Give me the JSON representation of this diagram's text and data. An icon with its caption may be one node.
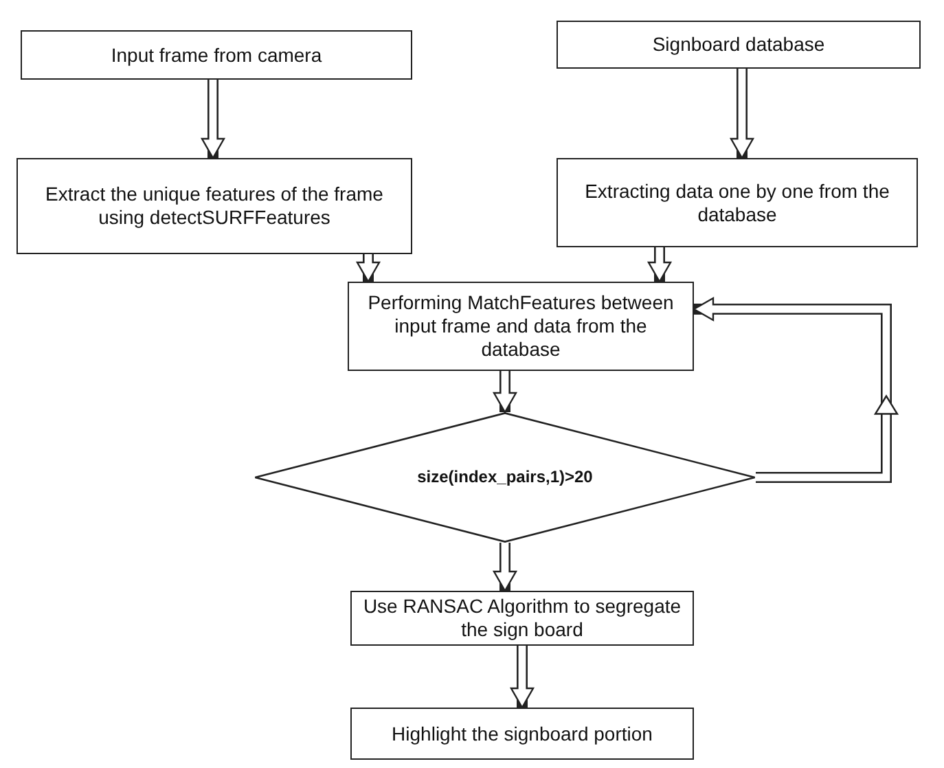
{
  "diagram": {
    "nodes": [
      {
        "text": [
          "Input frame from camera"
        ]
      },
      {
        "text": [
          "Signboard database"
        ]
      },
      {
        "text": [
          "Extract the unique features of the frame using detectSURFFeatures"
        ]
      },
      {
        "text": [
          "Extracting data one by one from the database"
        ]
      },
      {
        "text": [
          "Performing MatchFeatures between input frame and data from the database"
        ]
      },
      {
        "text": [
          "size(index_pairs,1)>20"
        ]
      },
      {
        "text": [
          "Use RANSAC Algorithm to segregate the sign board"
        ]
      },
      {
        "text": [
          "Highlight the signboard portion"
        ]
      }
    ],
    "edges": [
      {
        "from": 0,
        "to": 2,
        "arrow": "to"
      },
      {
        "from": 1,
        "to": 3,
        "arrow": "to"
      },
      {
        "from": 2,
        "to": 4,
        "arrow": "to"
      },
      {
        "from": 3,
        "to": 4,
        "arrow": "to"
      },
      {
        "from": 4,
        "to": 5,
        "arrow": "to"
      },
      {
        "from": 5,
        "to": 6,
        "arrow": "to"
      },
      {
        "from": 6,
        "to": 7,
        "arrow": "to"
      },
      {
        "from": 5,
        "to": 4,
        "arrow": "to"
      }
    ]
  }
}
